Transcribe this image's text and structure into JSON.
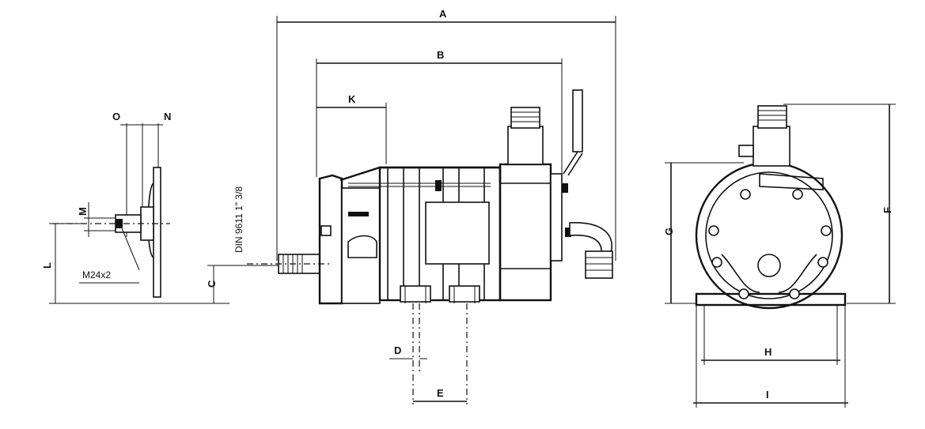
{
  "labels": {
    "A": "A",
    "B": "B",
    "C": "C",
    "D": "D",
    "E": "E",
    "F": "F",
    "G": "G",
    "H": "H",
    "I": "I",
    "K": "K",
    "L": "L",
    "M": "M",
    "N": "N",
    "O": "O",
    "thread": "M24x2",
    "din": "DIN  9611  1\"  3/8"
  }
}
